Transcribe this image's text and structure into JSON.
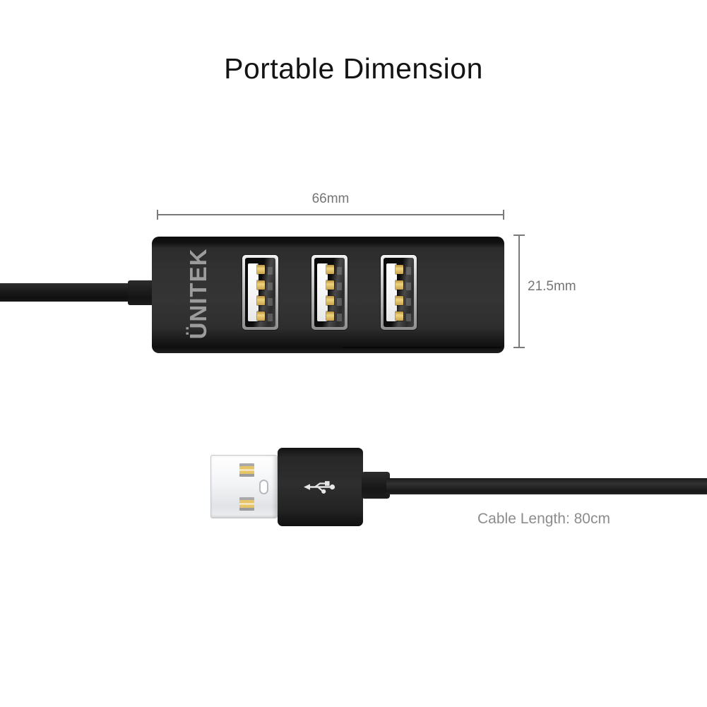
{
  "page": {
    "title": "Portable Dimension",
    "background_color": "#ffffff"
  },
  "hub": {
    "brand_logo": "ÜNITEK",
    "port_count": 3,
    "dimensions": {
      "width": "66mm",
      "height": "21.5mm"
    }
  },
  "cable": {
    "label": "Cable Length: 80cm"
  },
  "icons": {
    "plug_logo": "usb-trident-icon"
  },
  "colors": {
    "title_text": "#141414",
    "dimension_lines_and_text": "#767676",
    "caption_text": "#8c8c8c",
    "hub_body": "#2e2e2e",
    "brand_text": "#9c9c9c",
    "cable": "#1d1d1d",
    "plug_shell": "#f1f3f5",
    "plug_overmold": "#242424",
    "contact_gold": "#e6c468",
    "port_frame_silver": "#c9c9c9",
    "port_tongue": "#ffffff"
  }
}
